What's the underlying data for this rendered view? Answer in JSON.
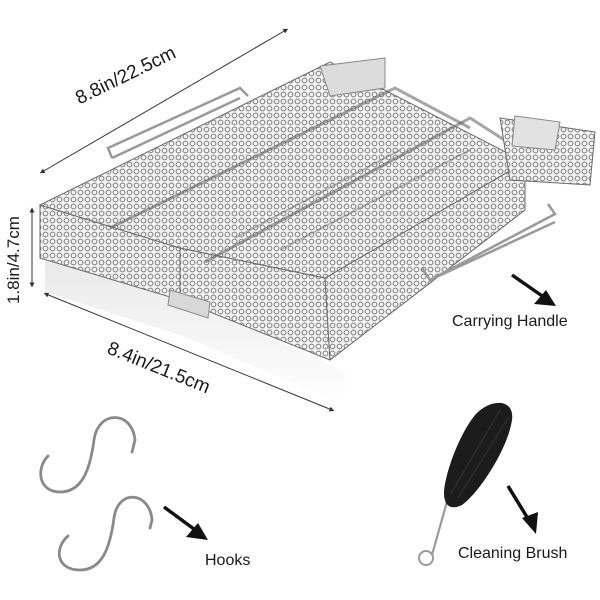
{
  "dimensions": {
    "length_top": "8.8in/22.5cm",
    "height_side": "1.8in/4.7cm",
    "length_bottom": "8.4in/21.5cm"
  },
  "callouts": {
    "carrying_handle": "Carrying Handle",
    "hooks": "Hooks",
    "cleaning_brush": "Cleaning Brush"
  },
  "colors": {
    "mesh": "#8a8a8a",
    "mesh_dark": "#5c5c5c",
    "text": "#1a1a1a",
    "arrow": "#111111",
    "brush": "#1c1c1c"
  }
}
